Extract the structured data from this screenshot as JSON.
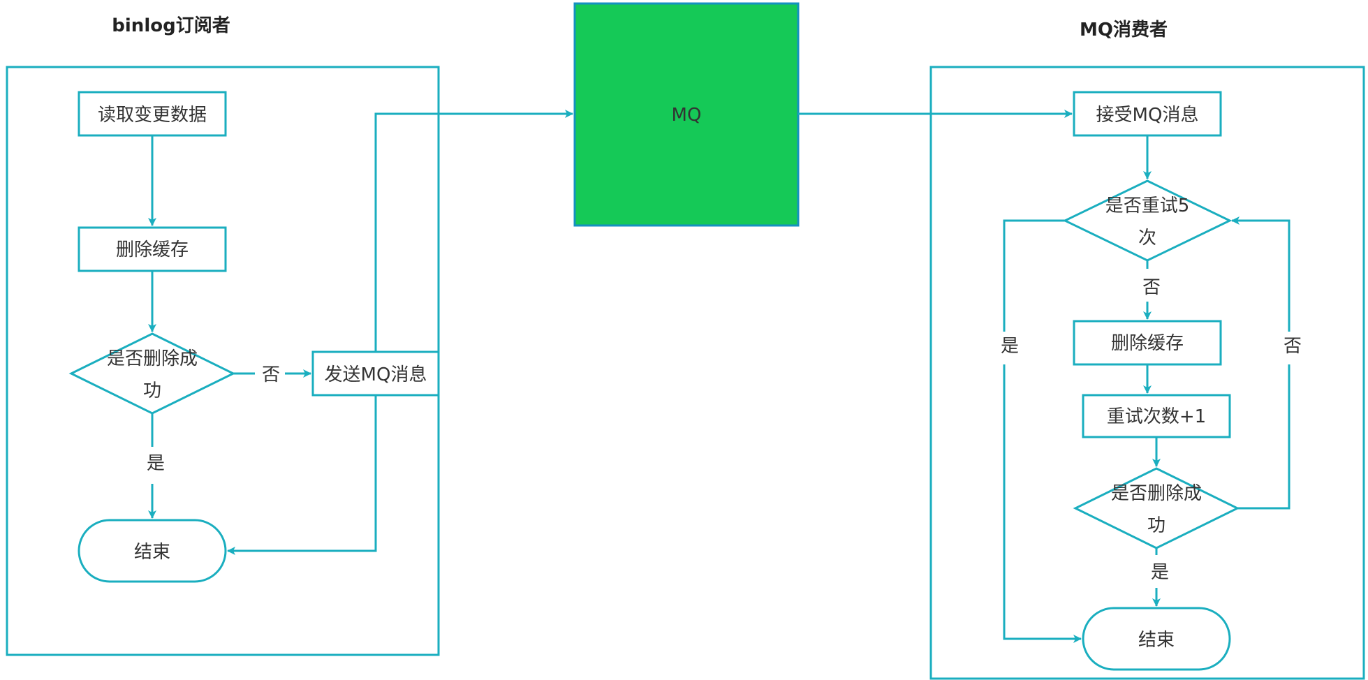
{
  "colors": {
    "stroke": "#1aaebf",
    "mq_fill": "#15c957",
    "mq_stroke": "#1591c0",
    "text": "#333333"
  },
  "left_panel": {
    "title": "binlog订阅者",
    "read": "读取变更数据",
    "delete": "删除缓存",
    "decision_line1": "是否删除成",
    "decision_line2": "功",
    "no_label": "否",
    "send": "发送MQ消息",
    "yes_label": "是",
    "end": "结束"
  },
  "mq": {
    "label": "MQ"
  },
  "right_panel": {
    "title": "MQ消费者",
    "receive": "接受MQ消息",
    "retry_line1": "是否重试5",
    "retry_line2": "次",
    "no_label_1": "否",
    "delete": "删除缓存",
    "increment": "重试次数+1",
    "decision_line1": "是否删除成",
    "decision_line2": "功",
    "yes_label_left": "是",
    "no_label_right": "否",
    "yes_label_bottom": "是",
    "end": "结束"
  }
}
